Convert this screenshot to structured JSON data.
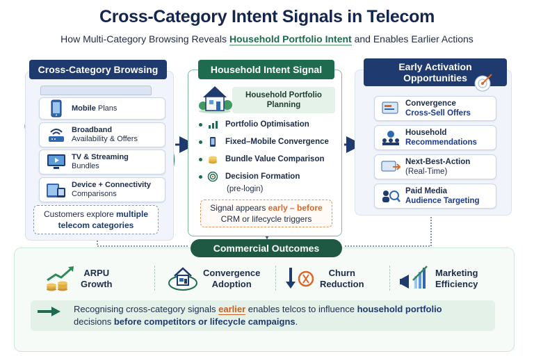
{
  "title": "Cross-Category Intent Signals in Telecom",
  "subtitle": {
    "before": "How Multi-Category Browsing Reveals ",
    "highlight": "Household Portfolio Intent",
    "after": " and Enables Earlier Actions"
  },
  "browsing": {
    "header": "Cross-Category Browsing",
    "cards": [
      {
        "title": "Mobile",
        "rest": " Plans",
        "icon": "smartphone-icon"
      },
      {
        "title": "Broadband",
        "line2": "Availability & Offers",
        "icon": "wifi-router-icon"
      },
      {
        "title": "TV & Streaming",
        "line2": "Bundles",
        "icon": "tv-icon"
      },
      {
        "title": "Device + Connectivity",
        "line2": "Comparisons",
        "icon": "devices-icon"
      }
    ],
    "explore_before": "Customers explore ",
    "explore_bold1": "multiple",
    "explore_bold2": "telecom categories"
  },
  "intent": {
    "header": "Household Intent Signal",
    "box_line1": "Household Portfolio",
    "box_line2": "Planning",
    "items": [
      {
        "label": "Portfolio Optimisation",
        "icon": "chart-icon"
      },
      {
        "label": "Fixed–Mobile Convergence",
        "icon": "phone-icon"
      },
      {
        "label": "Bundle Value Comparison",
        "icon": "coins-icon"
      },
      {
        "label": "Decision Formation",
        "icon": "target-icon"
      }
    ],
    "items_sub": "(pre-login)",
    "signal_before": "Signal appears ",
    "signal_hl": "early – before",
    "signal_line2": "CRM or lifecycle triggers"
  },
  "activation": {
    "header_line1": "Early Activation",
    "header_line2": "Opportunities",
    "cards": [
      {
        "line1": "Convergence",
        "line2": "Cross-Sell Offers",
        "icon": "offer-icon"
      },
      {
        "line1": "Household",
        "line2": "Recommendations",
        "icon": "household-icon"
      },
      {
        "line1": "Next-Best-Action",
        "line2": "(Real-Time)",
        "icon": "next-action-icon"
      },
      {
        "line1": "Paid Media",
        "line2": "Audience Targeting",
        "icon": "audience-icon"
      }
    ]
  },
  "outcomes": {
    "header": "Commercial Outcomes",
    "items": [
      {
        "line1": "ARPU",
        "line2": "Growth",
        "icon": "coins-growth-icon"
      },
      {
        "line1": "Convergence",
        "line2": "Adoption",
        "icon": "home-devices-icon"
      },
      {
        "line1": "Churn",
        "line2": "Reduction",
        "icon": "churn-arrow-icon"
      },
      {
        "line1": "Marketing",
        "line2": "Efficiency",
        "icon": "megaphone-icon"
      }
    ],
    "banner": {
      "p1": "Recognising cross-category signals ",
      "hl": "earlier",
      "p2": " enables telcos to influence ",
      "b1": "household portfolio",
      "p3": "decisions ",
      "b2": "before competitors or lifecycle campaigns",
      "p4": "."
    }
  },
  "colors": {
    "navy": "#1e3a6e",
    "green": "#1e6b4f",
    "orange": "#d9662a"
  }
}
